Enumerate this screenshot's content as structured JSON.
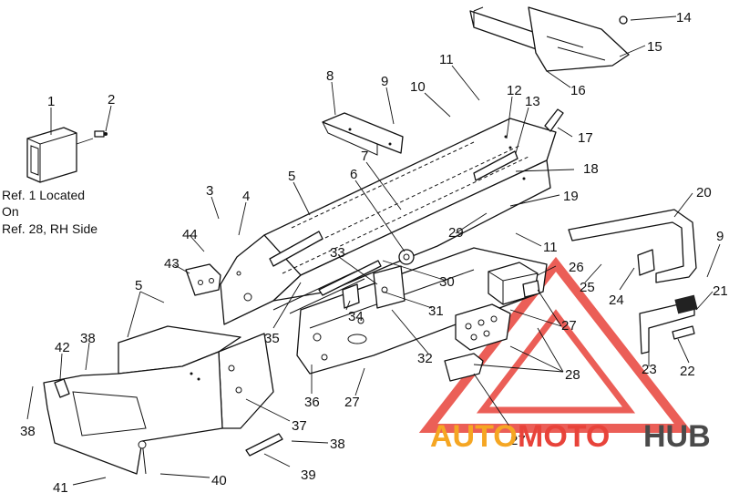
{
  "diagram": {
    "reference_note": [
      "Ref. 1 Located",
      "On",
      "Ref. 28, RH Side"
    ],
    "callouts": {
      "c1": "1",
      "c2": "2",
      "c3": "3",
      "c4": "4",
      "c5a": "5",
      "c5b": "5",
      "c6": "6",
      "c7": "7",
      "c8": "8",
      "c9a": "9",
      "c9b": "9",
      "c10": "10",
      "c11a": "11",
      "c11b": "11",
      "c12": "12",
      "c13": "13",
      "c14": "14",
      "c15": "15",
      "c16": "16",
      "c17": "17",
      "c18": "18",
      "c19": "19",
      "c20": "20",
      "c21": "21",
      "c22": "22",
      "c23": "23",
      "c24": "24",
      "c25": "25",
      "c26": "26",
      "c27a": "27",
      "c27b": "27",
      "c27c": "27",
      "c28": "28",
      "c29": "29",
      "c30": "30",
      "c31": "31",
      "c32": "32",
      "c33": "33",
      "c34": "34",
      "c35": "35",
      "c36": "36",
      "c37": "37",
      "c38a": "38",
      "c38b": "38",
      "c38c": "38",
      "c39": "39",
      "c40": "40",
      "c41": "41",
      "c42": "42",
      "c43": "43",
      "c44": "44"
    }
  },
  "watermark": {
    "word_auto": "AUTO",
    "word_moto": "MOTO",
    "word_hub": "HUB",
    "colors": {
      "auto": "#f5a623",
      "moto": "#e8433a",
      "hub": "#4a4a4a",
      "triangle": "#e8433a"
    }
  }
}
